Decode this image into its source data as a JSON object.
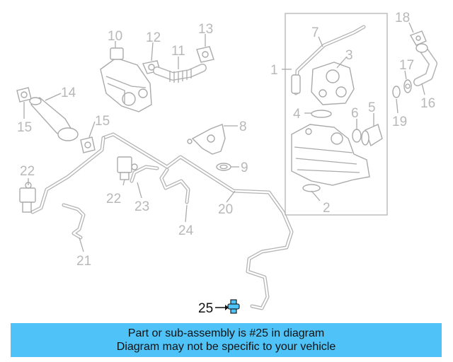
{
  "diagram": {
    "highlight_color": "#4fc2f7",
    "callouts": {
      "c1": "1",
      "c2": "2",
      "c3": "3",
      "c4": "4",
      "c5": "5",
      "c6": "6",
      "c7": "7",
      "c8": "8",
      "c9": "9",
      "c10": "10",
      "c11": "11",
      "c12": "12",
      "c13": "13",
      "c14": "14",
      "c15a": "15",
      "c15b": "15",
      "c16": "16",
      "c17": "17",
      "c18": "18",
      "c19": "19",
      "c20": "20",
      "c21": "21",
      "c22a": "22",
      "c22b": "22",
      "c23": "23",
      "c24": "24",
      "c25": "25"
    }
  },
  "banner": {
    "line1": "Part or sub-assembly is #25 in diagram",
    "line2": "Diagram may not be specific to your vehicle",
    "color": "#4fc2f7"
  }
}
